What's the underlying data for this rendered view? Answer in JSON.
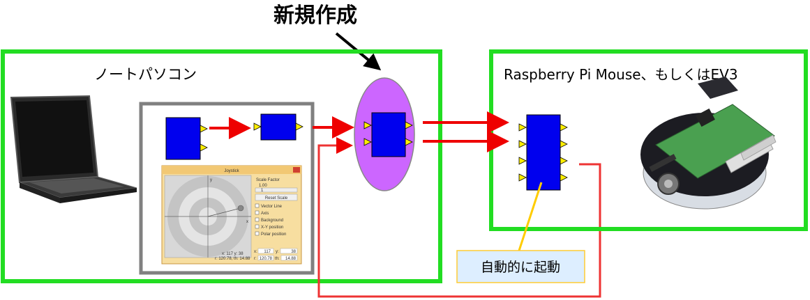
{
  "title": "新規作成",
  "laptop_box": {
    "label": "ノートパソコン"
  },
  "robot_box": {
    "label": "Raspberry Pi Mouse、もしくはEV3"
  },
  "autostart_label": "自動的に起動",
  "joystick_window": {
    "title": "Joystick",
    "scale_factor_label": "Scale Factor",
    "scale_value": "1.00",
    "slider_value": "1",
    "reset_button": "Reset Scale",
    "checkboxes": [
      "Vector Line",
      "Axis",
      "Background",
      "X-Y position",
      "Polar position"
    ],
    "axis_labels": {
      "x": "x",
      "y": "y"
    },
    "status_xy": "x: 117 y: 38",
    "status_polar": "r: 120.78, th: 14.88",
    "field_x_label": "x:",
    "field_x_value": "117",
    "field_y_label": "y:",
    "field_y_value": "38",
    "field_r_label": "r:",
    "field_r_value": "120.78",
    "field_th_label": "th:",
    "field_th_value": "14.88"
  },
  "colors": {
    "green_frame": "#22dd22",
    "gray_frame": "#808080",
    "component_blue": "#0000ee",
    "port_yellow": "#ffee00",
    "arrow_red": "#ee0000",
    "ellipse_purple": "#cc66ff",
    "callout_fill": "#ddeeff",
    "callout_border": "#ffcc33",
    "callout_line": "#ffcc00"
  }
}
